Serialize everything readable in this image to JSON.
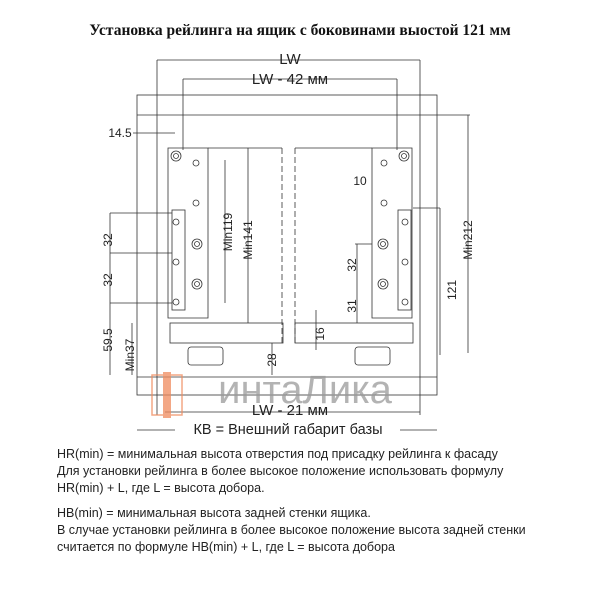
{
  "title": "Установка рейлинга на ящик с боковинами выостой 121 мм",
  "diagram": {
    "dimensions": {
      "overall_width": "LW",
      "inner_width": "LW - 42 мм",
      "bottom_width": "LW -  21 мм",
      "base_label": "КВ = Внешний габарит базы",
      "offset_left": "14.5",
      "offset_right": "10",
      "hole_spacing_left_1": "32",
      "hole_spacing_left_2": "32",
      "left_height": "59.5",
      "left_min": "Min37",
      "min119": "Min119",
      "min141": "Min141",
      "bottom_gap": "28",
      "bottom_thickness": "16",
      "hole_spacing_right": "32",
      "right_offset": "31",
      "side_height": "121",
      "min212": "Min212"
    },
    "watermark": {
      "text": "интаЛика",
      "accent_color": "#f08a5d",
      "text_color": "#9a9a9a"
    }
  },
  "notes": {
    "hr": [
      "HR(min) = минимальная высота отверстия под присадку рейлинга к фасаду",
      "Для установки рейлинга в более высокое положение использовать формулу",
      "HR(min) + L,  где L = высота добора."
    ],
    "hb": [
      "HB(min) = минимальная высота задней стенки ящика.",
      "В случае установки рейлинга в более высокое положение высота задней стенки",
      "считается по формуле HB(min) + L, где L = высота добора"
    ]
  }
}
